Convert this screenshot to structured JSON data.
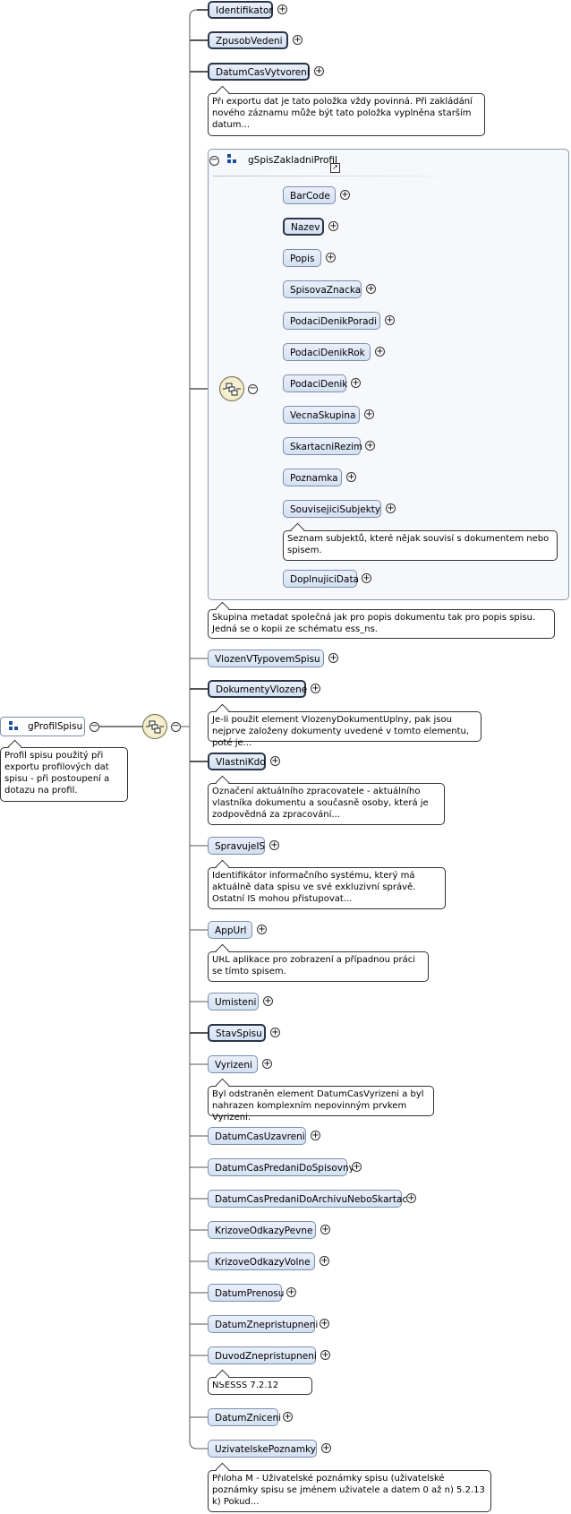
{
  "root": {
    "label": "gProfilSpisu",
    "note": "Profil spisu použitý při exportu profilových dat spisu - při postoupení a dotazu na profil."
  },
  "items": [
    {
      "label": "Identifikator",
      "required": true,
      "note": ""
    },
    {
      "label": "ZpusobVedeni",
      "required": true,
      "note": ""
    },
    {
      "label": "DatumCasVytvoreni",
      "required": true,
      "note": "Při exportu dat je tato položka vždy povinná. Při zakládání nového záznamu může být tato položka vyplněna starším datum..."
    },
    {
      "label": "VlozenVTypovemSpisu",
      "required": false,
      "note": ""
    },
    {
      "label": "DokumentyVlozene",
      "required": true,
      "note": "Je-li použit element VlozenyDokumentUplny, pak jsou nejprve založeny dokumenty uvedené v tomto elementu, poté je..."
    },
    {
      "label": "VlastniKdo",
      "required": true,
      "note": "Označení aktuálního zpracovatele - aktuálního vlastníka dokumentu a současně osoby, která je zodpovědná za zpracování..."
    },
    {
      "label": "SpravujeIS",
      "required": false,
      "note": "Identifikátor informačního systému, který má aktuálně data spisu ve své exkluzivní správě. Ostatní IS mohou přistupovat..."
    },
    {
      "label": "AppUrl",
      "required": false,
      "note": "URL aplikace pro zobrazení a případnou práci se tímto spisem."
    },
    {
      "label": "Umisteni",
      "required": false,
      "note": ""
    },
    {
      "label": "StavSpisu",
      "required": true,
      "note": ""
    },
    {
      "label": "Vyrizeni",
      "required": false,
      "note": "Byl odstraněn element DatumCasVyrizeni a byl nahrazen komplexním nepovinným prvkem Vyrizeni."
    },
    {
      "label": "DatumCasUzavreni",
      "required": false,
      "note": ""
    },
    {
      "label": "DatumCasPredaniDoSpisovny",
      "required": false,
      "note": ""
    },
    {
      "label": "DatumCasPredaniDoArchivuNeboSkartace",
      "required": false,
      "note": ""
    },
    {
      "label": "KrizoveOdkazyPevne",
      "required": false,
      "note": ""
    },
    {
      "label": "KrizoveOdkazyVolne",
      "required": false,
      "note": ""
    },
    {
      "label": "DatumPrenosu",
      "required": false,
      "note": ""
    },
    {
      "label": "DatumZnepristupneni",
      "required": false,
      "note": ""
    },
    {
      "label": "DuvodZnepristupneni",
      "required": false,
      "note": "NSESSS 7.2.12"
    },
    {
      "label": "DatumZniceni",
      "required": false,
      "note": ""
    },
    {
      "label": "UzivatelskePoznamky",
      "required": false,
      "note": "Příloha M - Uživatelské poznámky spisu (uživatelské poznámky spisu se jménem uživatele a datem 0 až n) 5.2.13 k) Pokud..."
    }
  ],
  "group": {
    "label": "gSpisZakladniProfil",
    "note": "Skupina metadat společná jak pro popis dokumentu tak pro popis spisu. Jedná se o kopii ze schématu ess_ns.",
    "items": [
      {
        "label": "BarCode",
        "required": false,
        "note": ""
      },
      {
        "label": "Nazev",
        "required": true,
        "note": ""
      },
      {
        "label": "Popis",
        "required": false,
        "note": ""
      },
      {
        "label": "SpisovaZnacka",
        "required": false,
        "note": ""
      },
      {
        "label": "PodaciDenikPoradi",
        "required": false,
        "note": ""
      },
      {
        "label": "PodaciDenikRok",
        "required": false,
        "note": ""
      },
      {
        "label": "PodaciDenik",
        "required": false,
        "note": ""
      },
      {
        "label": "VecnaSkupina",
        "required": false,
        "note": ""
      },
      {
        "label": "SkartacniRezim",
        "required": false,
        "note": ""
      },
      {
        "label": "Poznamka",
        "required": false,
        "note": ""
      },
      {
        "label": "SouvisejiciSubjekty",
        "required": false,
        "note": "Seznam subjektů, které nějak souvisí s dokumentem nebo spisem."
      },
      {
        "label": "DoplnujiciData",
        "required": false,
        "note": ""
      }
    ]
  },
  "glyphs": {
    "plus": "+",
    "minus": "−",
    "link": "↗"
  }
}
